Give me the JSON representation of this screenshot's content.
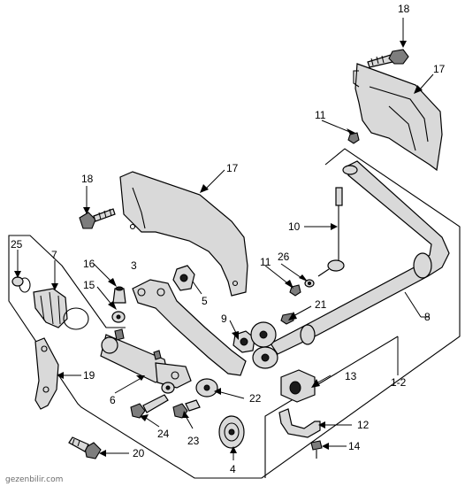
{
  "callouts": [
    {
      "id": "c18a",
      "label": "18",
      "part": "bolt"
    },
    {
      "id": "c17a",
      "label": "17",
      "part": "heat-shield-right"
    },
    {
      "id": "c11a",
      "label": "11",
      "part": "nut"
    },
    {
      "id": "c18b",
      "label": "18",
      "part": "bolt"
    },
    {
      "id": "c17b",
      "label": "17",
      "part": "heat-shield-left"
    },
    {
      "id": "c10",
      "label": "10",
      "part": "stabilizer-link"
    },
    {
      "id": "c25",
      "label": "25",
      "part": "clip"
    },
    {
      "id": "c7",
      "label": "7",
      "part": "boot"
    },
    {
      "id": "c16",
      "label": "16",
      "part": "grease-fitting"
    },
    {
      "id": "c3",
      "label": "3",
      "part": "control-arm"
    },
    {
      "id": "c11b",
      "label": "11",
      "part": "nut"
    },
    {
      "id": "c26",
      "label": "26",
      "part": "washer"
    },
    {
      "id": "c15",
      "label": "15",
      "part": "seal"
    },
    {
      "id": "c5",
      "label": "5",
      "part": "bushing"
    },
    {
      "id": "c21",
      "label": "21",
      "part": "nut"
    },
    {
      "id": "c9",
      "label": "9",
      "part": "bushing"
    },
    {
      "id": "c8",
      "label": "8",
      "part": "stabilizer-bar"
    },
    {
      "id": "c19",
      "label": "19",
      "part": "bracket"
    },
    {
      "id": "c13",
      "label": "13",
      "part": "stabilizer-bushing"
    },
    {
      "id": "c1_2",
      "label": "1-2",
      "part": "assembly"
    },
    {
      "id": "c6",
      "label": "6",
      "part": "strut-rod"
    },
    {
      "id": "c22",
      "label": "22",
      "part": "washer"
    },
    {
      "id": "c24",
      "label": "24",
      "part": "bolt"
    },
    {
      "id": "c23",
      "label": "23",
      "part": "bolt"
    },
    {
      "id": "c12",
      "label": "12",
      "part": "clamp"
    },
    {
      "id": "c14",
      "label": "14",
      "part": "bolt"
    },
    {
      "id": "c20",
      "label": "20",
      "part": "bolt"
    },
    {
      "id": "c4",
      "label": "4",
      "part": "bushing"
    }
  ],
  "watermark": "gezenbilir.com"
}
